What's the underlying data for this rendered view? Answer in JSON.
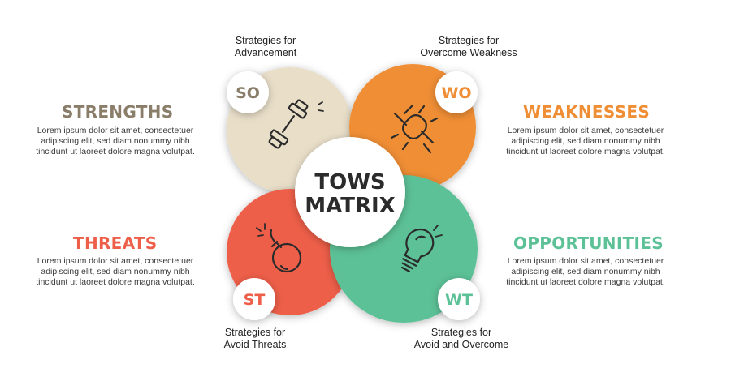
{
  "center": {
    "line1": "TOWS",
    "line2": "MATRIX"
  },
  "quadrants": {
    "so": {
      "code": "SO",
      "caption_line1": "Strategies for",
      "caption_line2": "Advancement",
      "color": "#E9DFC9",
      "text_color": "#8A7E6B",
      "icon": "dumbbell-icon"
    },
    "wo": {
      "code": "WO",
      "caption_line1": "Strategies for",
      "caption_line2": "Overcome Weakness",
      "color": "#F08E35",
      "text_color": "#F08E35",
      "icon": "broken-chain-icon"
    },
    "st": {
      "code": "ST",
      "caption_line1": "Strategies for",
      "caption_line2": "Avoid Threats",
      "color": "#EE5F4A",
      "text_color": "#EE5F4A",
      "icon": "bomb-icon"
    },
    "wt": {
      "code": "WT",
      "caption_line1": "Strategies for",
      "caption_line2": "Avoid and Overcome",
      "color": "#5CC196",
      "text_color": "#5CC196",
      "icon": "lightbulb-icon"
    }
  },
  "sides": {
    "strengths": {
      "title": "STRENGTHS",
      "color": "#8A7E6B",
      "lines": [
        "Lorem ipsum dolor sit amet, consectetuer",
        "adipiscing elit, sed diam nonummy nibh",
        "tincidunt ut laoreet dolore magna volutpat."
      ]
    },
    "weaknesses": {
      "title": "WEAKNESSES",
      "color": "#F08E35",
      "lines": [
        "Lorem ipsum dolor sit amet, consectetuer",
        "adipiscing elit, sed diam nonummy nibh",
        "tincidunt ut laoreet dolore magna volutpat."
      ]
    },
    "threats": {
      "title": "THREATS",
      "color": "#EE5F4A",
      "lines": [
        "Lorem ipsum dolor sit amet, consectetuer",
        "adipiscing elit, sed diam nonummy nibh",
        "tincidunt ut laoreet dolore magna volutpat."
      ]
    },
    "opportunities": {
      "title": "OPPORTUNITIES",
      "color": "#5CC196",
      "lines": [
        "Lorem ipsum dolor sit amet, consectetuer",
        "adipiscing elit, sed diam nonummy nibh",
        "tincidunt ut laoreet dolore magna volutpat."
      ]
    }
  }
}
